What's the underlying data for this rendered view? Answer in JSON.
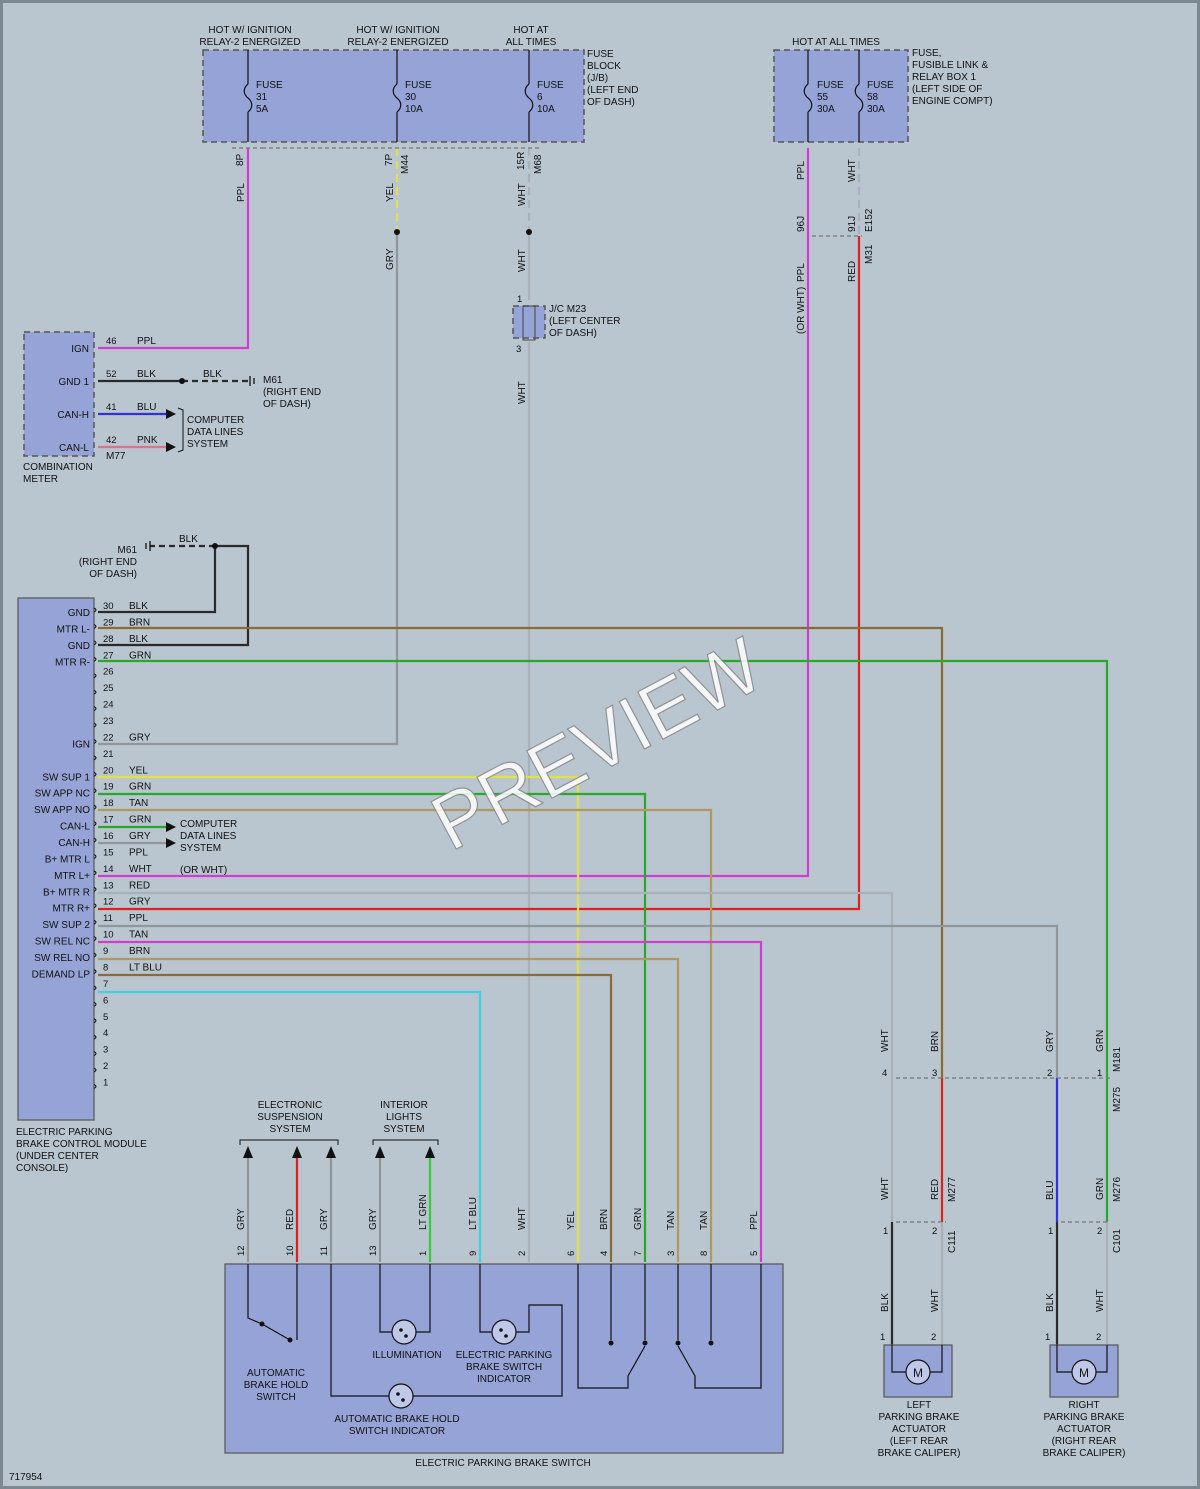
{
  "diagram_id": "717954",
  "watermark": "PREVIEW",
  "colors": {
    "background": "#b9c5cf",
    "component_fill": "#96a3d6",
    "PPL": "#d23cd2",
    "WHT": "#a8b0b8",
    "GRY": "#8f979c",
    "YEL": "#e0e050",
    "BLK": "#2a2a2a",
    "BRN": "#8a6a35",
    "GRN": "#2aa82a",
    "RED": "#e02020",
    "BLU": "#3030e0",
    "PNK": "#e07090",
    "TAN": "#b09860",
    "LT_BLU": "#40d0e0",
    "LT_GRN": "#30d030"
  },
  "fuse_block": {
    "label": [
      "FUSE",
      "BLOCK",
      "(J/B)",
      "(LEFT END",
      "OF DASH)"
    ],
    "headers": [
      [
        "HOT W/ IGNITION",
        "RELAY-2 ENERGIZED"
      ],
      [
        "HOT W/ IGNITION",
        "RELAY-2 ENERGIZED"
      ],
      [
        "HOT AT",
        "ALL TIMES"
      ]
    ],
    "fuses": [
      [
        "FUSE",
        "31",
        "5A"
      ],
      [
        "FUSE",
        "30",
        "10A"
      ],
      [
        "FUSE",
        "6",
        "10A"
      ]
    ]
  },
  "fusible_link_box": {
    "label": [
      "FUSE,",
      "FUSIBLE LINK &",
      "RELAY BOX 1",
      "(LEFT SIDE OF",
      "ENGINE COMPT)"
    ],
    "header": "HOT AT ALL TIMES",
    "fuses": [
      [
        "FUSE",
        "55",
        "30A"
      ],
      [
        "FUSE",
        "58",
        "30A"
      ]
    ]
  },
  "combination_meter": {
    "name": [
      "COMBINATION",
      "METER"
    ],
    "connector": "M77",
    "pins": [
      {
        "label": "IGN",
        "num": "46",
        "color": "PPL"
      },
      {
        "label": "GND 1",
        "num": "52",
        "color": "BLK"
      },
      {
        "label": "CAN-H",
        "num": "41",
        "color": "BLU"
      },
      {
        "label": "CAN-L",
        "num": "42",
        "color": "PNK"
      }
    ]
  },
  "ground_m61": {
    "id": "M61",
    "location": [
      "(RIGHT END",
      "OF DASH)"
    ]
  },
  "computer_data_lines": [
    "COMPUTER",
    "DATA LINES",
    "SYSTEM"
  ],
  "jc": {
    "label": [
      "J/C M23",
      "(LEFT CENTER",
      "OF DASH)"
    ],
    "pin_in": "1",
    "pin_out": "3"
  },
  "wire_labels": {
    "f31_pin": "8P",
    "f31_color": "PPL",
    "f30_pin": "7P",
    "f30_conn": "M44",
    "f30_color": "YEL",
    "f30_color2": "GRY",
    "f6_pin": "15R",
    "f6_conn": "M68",
    "f6_color": "WHT",
    "f6_color2": "WHT",
    "f6_color3": "WHT",
    "f55_color": "PPL",
    "f55_pin": "96J",
    "f55_color2": "PPL",
    "f55_note": "(OR WHT)",
    "f58_color": "WHT",
    "f58_pin": "91J",
    "f58_conn": "E152",
    "f58_conn2": "M31",
    "f58_color2": "RED"
  },
  "control_module": {
    "name": [
      "ELECTRIC PARKING",
      "BRAKE CONTROL MODULE",
      "(UNDER CENTER",
      "CONSOLE)"
    ],
    "pins": [
      {
        "num": "30",
        "label": "GND",
        "color": "BLK"
      },
      {
        "num": "29",
        "label": "MTR L-",
        "color": "BRN"
      },
      {
        "num": "28",
        "label": "GND",
        "color": "BLK"
      },
      {
        "num": "27",
        "label": "MTR R-",
        "color": "GRN"
      },
      {
        "num": "26",
        "label": "",
        "color": ""
      },
      {
        "num": "25",
        "label": "",
        "color": ""
      },
      {
        "num": "24",
        "label": "",
        "color": ""
      },
      {
        "num": "23",
        "label": "",
        "color": ""
      },
      {
        "num": "22",
        "label": "IGN",
        "color": "GRY"
      },
      {
        "num": "21",
        "label": "",
        "color": ""
      },
      {
        "num": "20",
        "label": "SW SUP 1",
        "color": "YEL"
      },
      {
        "num": "19",
        "label": "SW APP NC",
        "color": "GRN"
      },
      {
        "num": "18",
        "label": "SW APP NO",
        "color": "TAN"
      },
      {
        "num": "17",
        "label": "CAN-L",
        "color": "GRN"
      },
      {
        "num": "16",
        "label": "CAN-H",
        "color": "GRY"
      },
      {
        "num": "15",
        "label": "B+ MTR L",
        "color": "PPL"
      },
      {
        "num": "14",
        "label": "MTR L+",
        "color": "WHT"
      },
      {
        "num": "13",
        "label": "B+ MTR R",
        "color": "RED"
      },
      {
        "num": "12",
        "label": "MTR R+",
        "color": "GRY"
      },
      {
        "num": "11",
        "label": "SW SUP 2",
        "color": "PPL"
      },
      {
        "num": "10",
        "label": "SW REL NC",
        "color": "TAN"
      },
      {
        "num": "9",
        "label": "SW REL NO",
        "color": "BRN"
      },
      {
        "num": "8",
        "label": "DEMAND LP",
        "color": "LT BLU"
      },
      {
        "num": "7",
        "label": "",
        "color": ""
      },
      {
        "num": "6",
        "label": "",
        "color": ""
      },
      {
        "num": "5",
        "label": "",
        "color": ""
      },
      {
        "num": "4",
        "label": "",
        "color": ""
      },
      {
        "num": "3",
        "label": "",
        "color": ""
      },
      {
        "num": "2",
        "label": "",
        "color": ""
      },
      {
        "num": "1",
        "label": "",
        "color": ""
      }
    ],
    "pin15_note": "(OR WHT)"
  },
  "switch": {
    "name": "ELECTRIC PARKING BRAKE SWITCH",
    "pins": [
      {
        "num": "12",
        "color": "GRY"
      },
      {
        "num": "10",
        "color": "RED"
      },
      {
        "num": "11",
        "color": "GRY"
      },
      {
        "num": "13",
        "color": "GRY"
      },
      {
        "num": "1",
        "color": "LT GRN"
      },
      {
        "num": "9",
        "color": "LT BLU"
      },
      {
        "num": "2",
        "color": "WHT"
      },
      {
        "num": "6",
        "color": "YEL"
      },
      {
        "num": "4",
        "color": "BRN"
      },
      {
        "num": "7",
        "color": "GRN"
      },
      {
        "num": "3",
        "color": "TAN"
      },
      {
        "num": "8",
        "color": "TAN"
      },
      {
        "num": "5",
        "color": "PPL"
      }
    ],
    "labels": {
      "hold_switch": [
        "AUTOMATIC",
        "BRAKE HOLD",
        "SWITCH"
      ],
      "illumination": "ILLUMINATION",
      "epb_indicator": [
        "ELECTRIC PARKING",
        "BRAKE SWITCH",
        "INDICATOR"
      ],
      "hold_indicator": [
        "AUTOMATIC BRAKE HOLD",
        "SWITCH INDICATOR"
      ]
    }
  },
  "electronic_suspension": [
    "ELECTRONIC",
    "SUSPENSION",
    "SYSTEM"
  ],
  "interior_lights": [
    "INTERIOR",
    "LIGHTS",
    "SYSTEM"
  ],
  "connectors": {
    "m181": "M181",
    "m275": "M275",
    "top_pins": [
      "4",
      "3",
      "2",
      "1"
    ],
    "top_colors": [
      "WHT",
      "BRN",
      "GRY",
      "GRN"
    ],
    "left_mid_colors": [
      "WHT",
      "RED"
    ],
    "left_conn": "M277",
    "left_lower": "C111",
    "right_mid_colors": [
      "BLU",
      "GRN"
    ],
    "right_conn": "M276",
    "right_lower": "C101",
    "lower_pins": [
      "1",
      "2"
    ],
    "act_colors": [
      "BLK",
      "WHT"
    ]
  },
  "left_actuator": {
    "name": [
      "LEFT",
      "PARKING BRAKE",
      "ACTUATOR",
      "(LEFT REAR",
      "BRAKE CALIPER)"
    ],
    "motor": "M"
  },
  "right_actuator": {
    "name": [
      "RIGHT",
      "PARKING BRAKE",
      "ACTUATOR",
      "(RIGHT REAR",
      "BRAKE CALIPER)"
    ],
    "motor": "M"
  }
}
